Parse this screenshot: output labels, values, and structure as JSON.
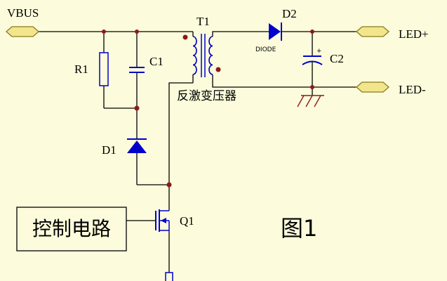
{
  "title": "图1",
  "colors": {
    "background": "#fcfcdc",
    "wire": "#000000",
    "component": "#0000cc",
    "junction": "#8b1a1a",
    "port_fill": "#f2e68c",
    "port_stroke": "#8a7a20",
    "ground": "#8b1a1a"
  },
  "ports": {
    "vbus": "VBUS",
    "led_plus": "LED+",
    "led_minus": "LED-"
  },
  "components": {
    "r1": "R1",
    "c1": "C1",
    "d1": "D1",
    "t1": "T1",
    "transformer": "反激变压器",
    "d2": "D2",
    "diode_text": "DIODE",
    "c2": "C2",
    "c2_polarity": "+",
    "q1": "Q1",
    "control_block": "控制电路"
  }
}
